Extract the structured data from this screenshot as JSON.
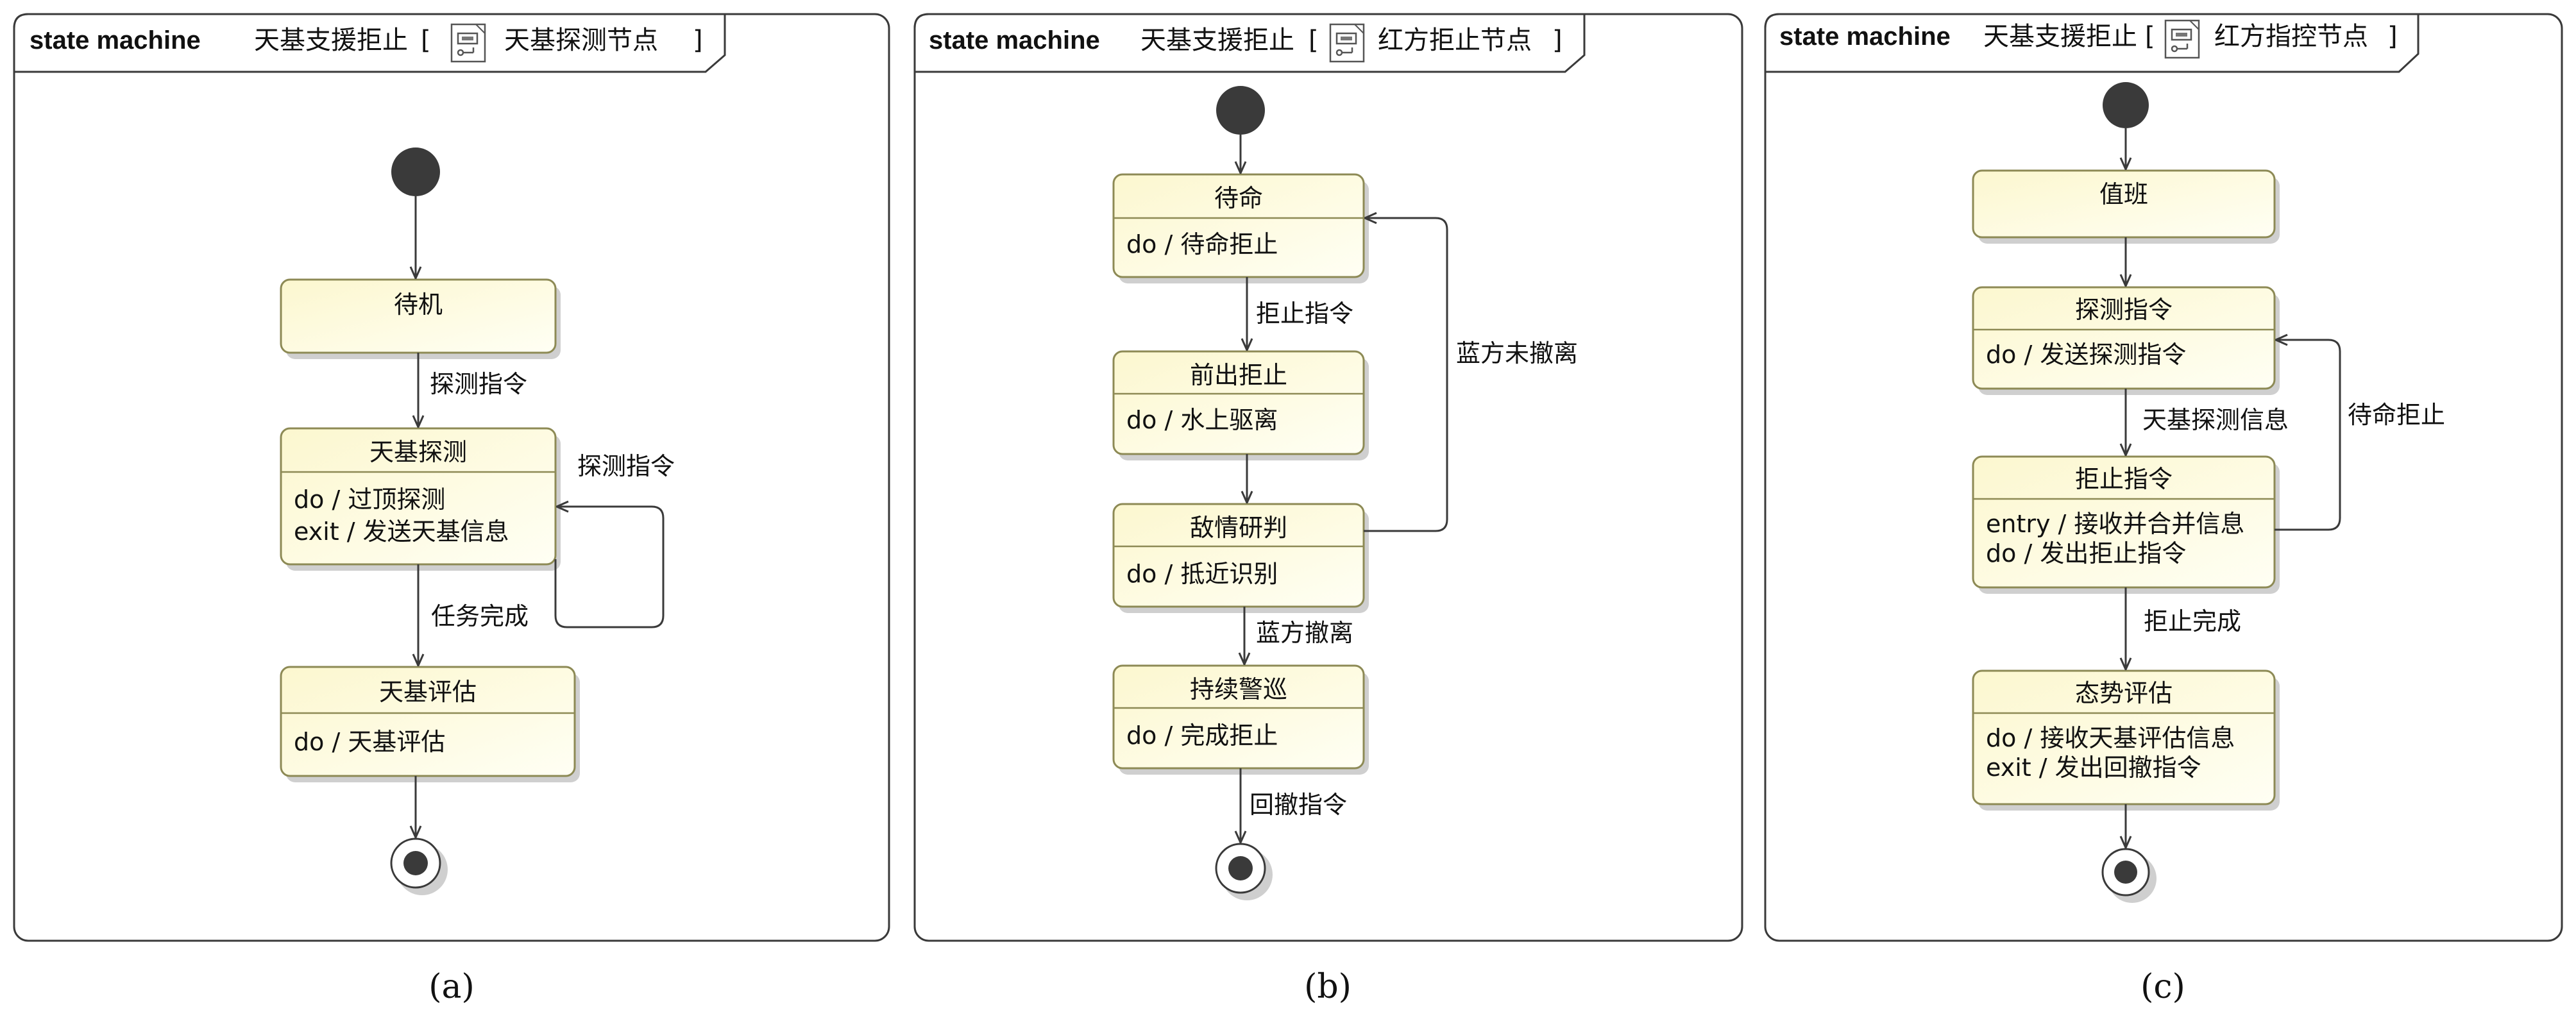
{
  "panels": [
    {
      "id": "a",
      "header": {
        "keyword": "state machine",
        "name": "天基支援拒止",
        "open": "[",
        "node": "天基探测节点",
        "close": "]"
      },
      "caption": "(a)",
      "states": [
        {
          "id": "a_s1",
          "name": "待机",
          "actions": []
        },
        {
          "id": "a_s2",
          "name": "天基探测",
          "actions": [
            "do / 过顶探测",
            "exit / 发送天基信息"
          ]
        },
        {
          "id": "a_s3",
          "name": "天基评估",
          "actions": [
            "do / 天基评估"
          ]
        }
      ],
      "transitions": [
        {
          "id": "a_t1",
          "from": "initial",
          "to": "待机",
          "label": ""
        },
        {
          "id": "a_t2",
          "from": "待机",
          "to": "天基探测",
          "label": "探测指令"
        },
        {
          "id": "a_t3",
          "from": "天基探测",
          "to": "天基探测",
          "label": "探测指令"
        },
        {
          "id": "a_t4",
          "from": "天基探测",
          "to": "天基评估",
          "label": "任务完成"
        },
        {
          "id": "a_t5",
          "from": "天基评估",
          "to": "final",
          "label": ""
        }
      ]
    },
    {
      "id": "b",
      "header": {
        "keyword": "state machine",
        "name": "天基支援拒止",
        "open": "[",
        "node": "红方拒止节点",
        "close": "]"
      },
      "caption": "(b)",
      "states": [
        {
          "id": "b_s1",
          "name": "待命",
          "actions": [
            "do / 待命拒止"
          ]
        },
        {
          "id": "b_s2",
          "name": "前出拒止",
          "actions": [
            "do / 水上驱离"
          ]
        },
        {
          "id": "b_s3",
          "name": "敌情研判",
          "actions": [
            "do / 抵近识别"
          ]
        },
        {
          "id": "b_s4",
          "name": "持续警巡",
          "actions": [
            "do / 完成拒止"
          ]
        }
      ],
      "transitions": [
        {
          "id": "b_t1",
          "from": "initial",
          "to": "待命",
          "label": ""
        },
        {
          "id": "b_t2",
          "from": "待命",
          "to": "前出拒止",
          "label": "拒止指令"
        },
        {
          "id": "b_t3",
          "from": "前出拒止",
          "to": "敌情研判",
          "label": ""
        },
        {
          "id": "b_t4",
          "from": "敌情研判",
          "to": "待命",
          "label": "蓝方未撤离"
        },
        {
          "id": "b_t5",
          "from": "敌情研判",
          "to": "持续警巡",
          "label": "蓝方撤离"
        },
        {
          "id": "b_t6",
          "from": "持续警巡",
          "to": "final",
          "label": "回撤指令"
        }
      ]
    },
    {
      "id": "c",
      "header": {
        "keyword": "state machine",
        "name": "天基支援拒止",
        "open": "[",
        "node": "红方指控节点",
        "close": "]"
      },
      "caption": "(c)",
      "states": [
        {
          "id": "c_s1",
          "name": "值班",
          "actions": []
        },
        {
          "id": "c_s2",
          "name": "探测指令",
          "actions": [
            "do / 发送探测指令"
          ]
        },
        {
          "id": "c_s3",
          "name": "拒止指令",
          "actions": [
            "entry / 接收并合并信息",
            "do / 发出拒止指令"
          ]
        },
        {
          "id": "c_s4",
          "name": "态势评估",
          "actions": [
            "do / 接收天基评估信息",
            "exit / 发出回撤指令"
          ]
        }
      ],
      "transitions": [
        {
          "id": "c_t1",
          "from": "initial",
          "to": "值班",
          "label": ""
        },
        {
          "id": "c_t2",
          "from": "值班",
          "to": "探测指令",
          "label": ""
        },
        {
          "id": "c_t3",
          "from": "探测指令",
          "to": "拒止指令",
          "label": "天基探测信息"
        },
        {
          "id": "c_t4",
          "from": "拒止指令",
          "to": "探测指令",
          "label": "待命拒止"
        },
        {
          "id": "c_t5",
          "from": "拒止指令",
          "to": "态势评估",
          "label": "拒止完成"
        },
        {
          "id": "c_t6",
          "from": "态势评估",
          "to": "final",
          "label": ""
        }
      ]
    }
  ],
  "colors": {
    "state_fill_top": "#fcf8d4",
    "state_fill_bottom": "#fffff2",
    "state_border": "#8d8a55",
    "line": "#3a3a3a"
  }
}
